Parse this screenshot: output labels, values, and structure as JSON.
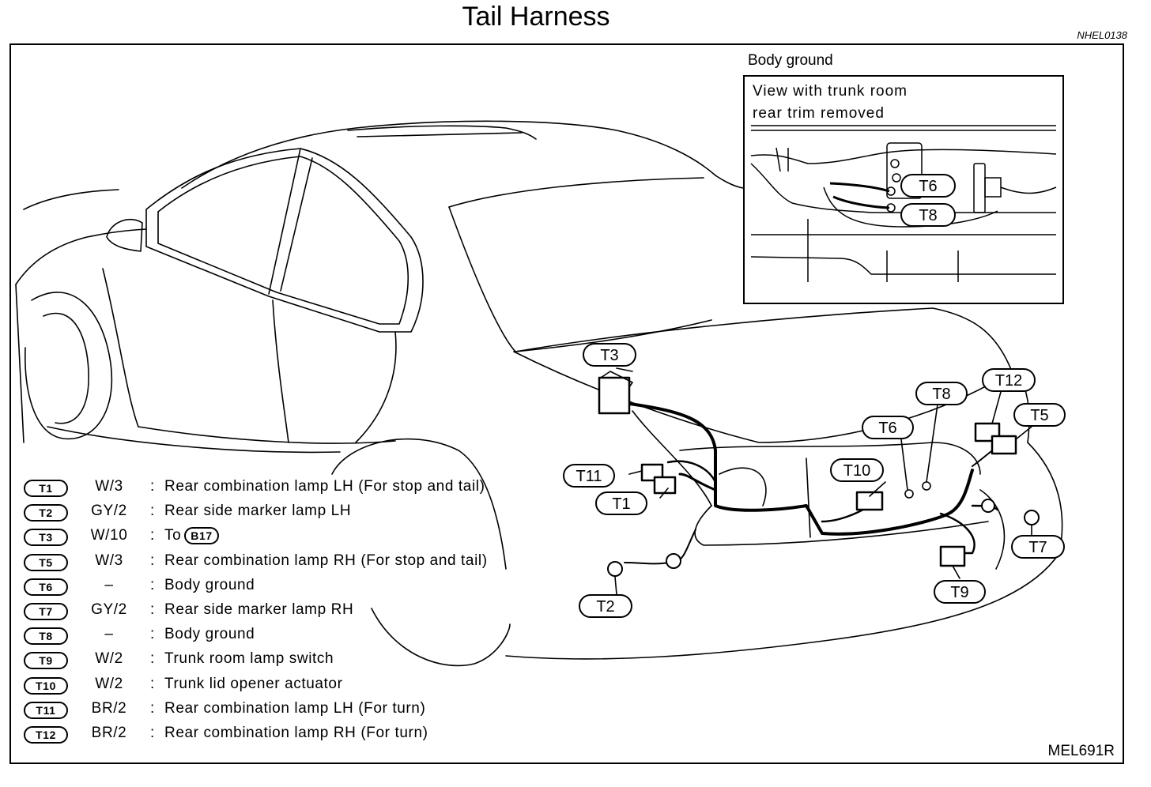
{
  "title": "Tail Harness",
  "ref_code": "NHEL0138",
  "figure_code": "MEL691R",
  "inset": {
    "header": "Body ground",
    "caption_line1": "View with trunk room",
    "caption_line2": "rear trim removed",
    "tags": [
      "T6",
      "T8"
    ]
  },
  "callouts": [
    "T3",
    "T11",
    "T1",
    "T2",
    "T10",
    "T6",
    "T8",
    "T12",
    "T5",
    "T7",
    "T9"
  ],
  "legend": [
    {
      "id": "T1",
      "wire": "W/3",
      "desc": "Rear combination lamp LH (For stop and tail)"
    },
    {
      "id": "T2",
      "wire": "GY/2",
      "desc": "Rear side marker lamp LH"
    },
    {
      "id": "T3",
      "wire": "W/10",
      "desc": "To",
      "ref": "B17"
    },
    {
      "id": "T5",
      "wire": "W/3",
      "desc": "Rear combination lamp RH (For stop and tail)"
    },
    {
      "id": "T6",
      "wire": "–",
      "desc": "Body ground"
    },
    {
      "id": "T7",
      "wire": "GY/2",
      "desc": "Rear side marker lamp RH"
    },
    {
      "id": "T8",
      "wire": "–",
      "desc": "Body ground"
    },
    {
      "id": "T9",
      "wire": "W/2",
      "desc": "Trunk room lamp switch"
    },
    {
      "id": "T10",
      "wire": "W/2",
      "desc": "Trunk lid opener actuator"
    },
    {
      "id": "T11",
      "wire": "BR/2",
      "desc": "Rear combination lamp LH (For turn)"
    },
    {
      "id": "T12",
      "wire": "BR/2",
      "desc": "Rear combination lamp RH (For turn)"
    }
  ],
  "legend_colon": ":"
}
